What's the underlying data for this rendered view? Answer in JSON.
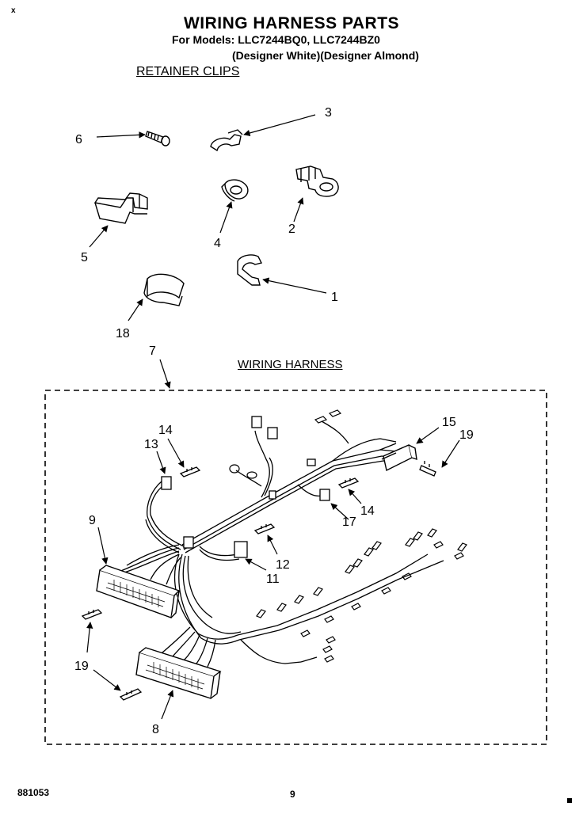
{
  "header": {
    "corner_mark": "x",
    "title": "WIRING HARNESS PARTS",
    "models_line": "For Models: LLC7244BQ0, LLC7244BZ0",
    "colors_line": "(Designer White)(Designer Almond)"
  },
  "sections": {
    "retainer_clips": "RETAINER CLIPS",
    "wiring_harness": "WIRING HARNESS"
  },
  "callouts": {
    "c1": "1",
    "c2": "2",
    "c3": "3",
    "c4": "4",
    "c5": "5",
    "c6": "6",
    "c7": "7",
    "c8": "8",
    "c9": "9",
    "c11": "11",
    "c12": "12",
    "c13": "13",
    "c14a": "14",
    "c14b": "14",
    "c15": "15",
    "c17": "17",
    "c18": "18",
    "c19a": "19",
    "c19b": "19"
  },
  "footer": {
    "doc_number": "881053",
    "page_number": "9"
  }
}
